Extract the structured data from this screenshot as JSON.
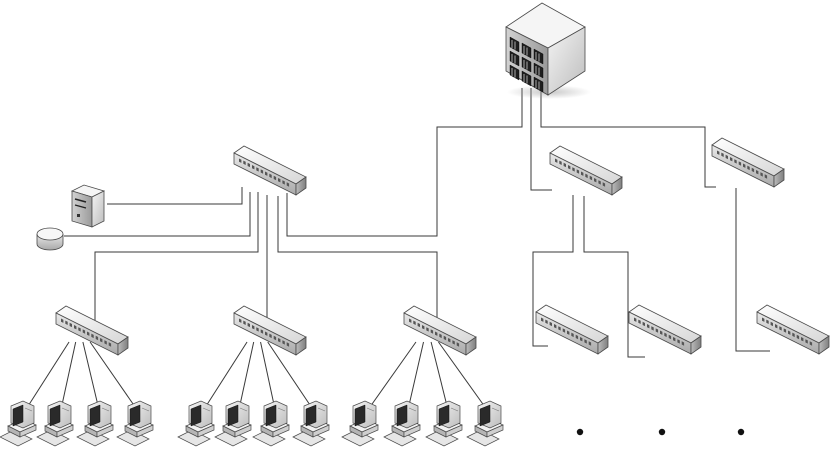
{
  "diagram": {
    "type": "network-topology",
    "nodes": [
      {
        "id": "core",
        "kind": "core-switch-chassis"
      },
      {
        "id": "sw_main",
        "kind": "switch"
      },
      {
        "id": "sw_mid",
        "kind": "switch"
      },
      {
        "id": "sw_right",
        "kind": "switch"
      },
      {
        "id": "server1",
        "kind": "server"
      },
      {
        "id": "storage1",
        "kind": "storage-disk"
      },
      {
        "id": "sw_a1",
        "kind": "switch"
      },
      {
        "id": "sw_a2",
        "kind": "switch"
      },
      {
        "id": "sw_a3",
        "kind": "switch"
      },
      {
        "id": "sw_b1",
        "kind": "switch"
      },
      {
        "id": "sw_b2",
        "kind": "switch"
      },
      {
        "id": "sw_c1",
        "kind": "switch"
      },
      {
        "id": "pc_a1_1",
        "kind": "workstation"
      },
      {
        "id": "pc_a1_2",
        "kind": "workstation"
      },
      {
        "id": "pc_a1_3",
        "kind": "workstation"
      },
      {
        "id": "pc_a1_4",
        "kind": "workstation"
      },
      {
        "id": "pc_a2_1",
        "kind": "workstation"
      },
      {
        "id": "pc_a2_2",
        "kind": "workstation"
      },
      {
        "id": "pc_a2_3",
        "kind": "workstation"
      },
      {
        "id": "pc_a2_4",
        "kind": "workstation"
      },
      {
        "id": "pc_a3_1",
        "kind": "workstation"
      },
      {
        "id": "pc_a3_2",
        "kind": "workstation"
      },
      {
        "id": "pc_a3_3",
        "kind": "workstation"
      },
      {
        "id": "pc_a3_4",
        "kind": "workstation"
      },
      {
        "id": "dot_b1",
        "kind": "ellipsis-dot"
      },
      {
        "id": "dot_b2",
        "kind": "ellipsis-dot"
      },
      {
        "id": "dot_c1",
        "kind": "ellipsis-dot"
      }
    ],
    "edges": [
      [
        "core",
        "sw_main"
      ],
      [
        "core",
        "sw_mid"
      ],
      [
        "core",
        "sw_right"
      ],
      [
        "sw_main",
        "server1"
      ],
      [
        "sw_main",
        "storage1"
      ],
      [
        "sw_main",
        "sw_a1"
      ],
      [
        "sw_main",
        "sw_a2"
      ],
      [
        "sw_main",
        "sw_a3"
      ],
      [
        "sw_mid",
        "sw_b1"
      ],
      [
        "sw_mid",
        "sw_b2"
      ],
      [
        "sw_right",
        "sw_c1"
      ],
      [
        "sw_a1",
        "pc_a1_1"
      ],
      [
        "sw_a1",
        "pc_a1_2"
      ],
      [
        "sw_a1",
        "pc_a1_3"
      ],
      [
        "sw_a1",
        "pc_a1_4"
      ],
      [
        "sw_a2",
        "pc_a2_1"
      ],
      [
        "sw_a2",
        "pc_a2_2"
      ],
      [
        "sw_a2",
        "pc_a2_3"
      ],
      [
        "sw_a2",
        "pc_a2_4"
      ],
      [
        "sw_a3",
        "pc_a3_1"
      ],
      [
        "sw_a3",
        "pc_a3_2"
      ],
      [
        "sw_a3",
        "pc_a3_3"
      ],
      [
        "sw_a3",
        "pc_a3_4"
      ]
    ],
    "icon_names": {
      "core-switch-chassis": "core-switch-icon",
      "switch": "switch-icon",
      "server": "server-icon",
      "storage-disk": "storage-disk-icon",
      "workstation": "workstation-icon"
    },
    "colors": {
      "line": "#3a3a3a",
      "device_light": "#f2f2f2",
      "device_mid": "#cfcfcf",
      "device_dark": "#8a8a8a",
      "port": "#555555"
    }
  }
}
